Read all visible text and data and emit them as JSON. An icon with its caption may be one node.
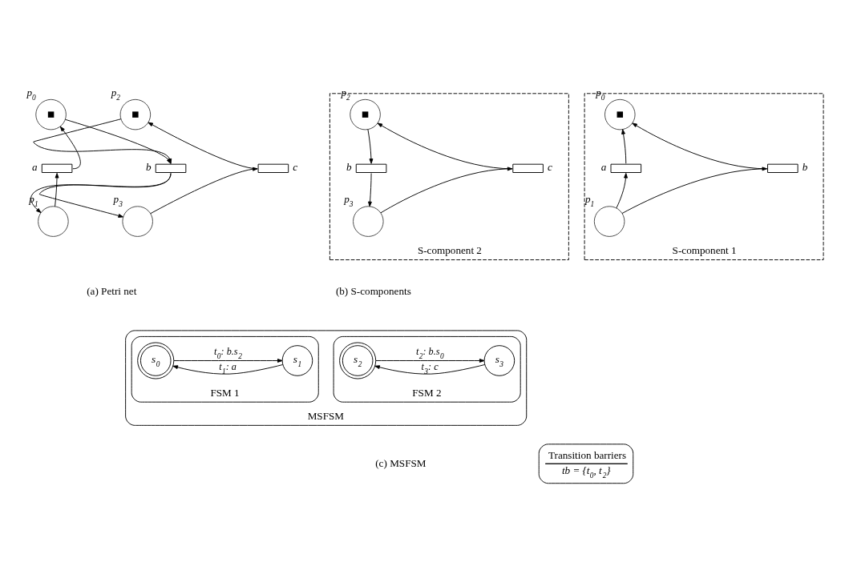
{
  "diagram": {
    "nodes": [
      {
        "text": [],
        "shape": "circle",
        "beside": [
          "p$_{0}$"
        ]
      },
      {
        "text": [],
        "shape": "circle",
        "beside": [
          "p$_{2}$"
        ]
      },
      {
        "text": [],
        "shape": "box",
        "beside": [
          "a"
        ]
      },
      {
        "text": [],
        "shape": "box",
        "beside": [
          "b"
        ]
      },
      {
        "text": [],
        "shape": "box",
        "beside": [
          "c"
        ]
      },
      {
        "text": [],
        "shape": "circle",
        "beside": [
          "p$_{1}$"
        ]
      },
      {
        "text": [],
        "shape": "circle",
        "beside": [
          "p$_{3}$"
        ]
      },
      {
        "text": [
          "S-component 1"
        ]
      },
      {
        "text": [],
        "shape": "circle",
        "beside": [
          "p$_{0}$"
        ],
        "in": 7
      },
      {
        "text": [],
        "shape": "box",
        "beside": [
          "a"
        ],
        "in": 7
      },
      {
        "text": [],
        "shape": "box",
        "beside": [
          "b"
        ],
        "in": 7
      },
      {
        "text": [],
        "shape": "circle",
        "beside": [
          "p$_{1}$"
        ],
        "in": 7
      },
      {
        "text": [
          "S-component 2"
        ]
      },
      {
        "text": [],
        "shape": "circle",
        "beside": [
          "p$_{2}$"
        ],
        "in": 12
      },
      {
        "text": [],
        "shape": "box",
        "beside": [
          "b"
        ],
        "in": 12
      },
      {
        "text": [],
        "shape": "box",
        "beside": [
          "c"
        ],
        "in": 12
      },
      {
        "text": [],
        "shape": "circle",
        "beside": [
          "p$_{3}$"
        ],
        "in": 12
      },
      {
        "text": [
          "MSFSM"
        ]
      },
      {
        "text": [
          "FSM 1"
        ],
        "in": 17
      },
      {
        "text": [
          "s$_{0}$"
        ],
        "in": 18
      },
      {
        "text": [
          "s$_{1}$"
        ],
        "in": 18
      },
      {
        "text": [
          "FSM 2"
        ],
        "in": 17
      },
      {
        "text": [
          "s$_{2}$"
        ],
        "in": 21
      },
      {
        "text": [
          "s$_{3}$"
        ],
        "in": 21
      },
      {
        "text": [
          "Transition barriers",
          "tb = {t$_{0}$, t$_{2}$}"
        ]
      }
    ],
    "edges": [
      {
        "from": 2,
        "to": 0,
        "arrow": "to"
      },
      {
        "from": 0,
        "to": 3,
        "arrow": "to"
      },
      {
        "from": 1,
        "to": 3,
        "arrow": "to"
      },
      {
        "from": 3,
        "to": 5,
        "arrow": "to"
      },
      {
        "from": 3,
        "to": 6,
        "arrow": "to"
      },
      {
        "from": 5,
        "to": 2,
        "arrow": "to"
      },
      {
        "from": 4,
        "to": 1,
        "arrow": "to"
      },
      {
        "from": 6,
        "to": 4,
        "arrow": "to"
      },
      {
        "from": 9,
        "to": 8,
        "arrow": "to"
      },
      {
        "from": 10,
        "to": 8,
        "arrow": "to"
      },
      {
        "from": 11,
        "to": 9,
        "arrow": "to"
      },
      {
        "from": 11,
        "to": 10,
        "arrow": "to"
      },
      {
        "from": 13,
        "to": 14,
        "arrow": "to"
      },
      {
        "from": 14,
        "to": 16,
        "arrow": "to"
      },
      {
        "from": 16,
        "to": 15,
        "arrow": "to"
      },
      {
        "from": 15,
        "to": 13,
        "arrow": "to"
      },
      {
        "from": 19,
        "to": 20,
        "arrow": "to",
        "label": "t$_{0}$: b.s$_{2}$"
      },
      {
        "from": 20,
        "to": 19,
        "arrow": "to",
        "label": "t$_{1}$: a"
      },
      {
        "from": 22,
        "to": 23,
        "arrow": "to",
        "label": "t$_{2}$: b.s$_{0}$"
      },
      {
        "from": 23,
        "to": 22,
        "arrow": "to",
        "label": "t$_{3}$: c"
      }
    ],
    "labels": [
      "(a) Petri net",
      "(b) S-components",
      "(c) MSFSM"
    ]
  }
}
